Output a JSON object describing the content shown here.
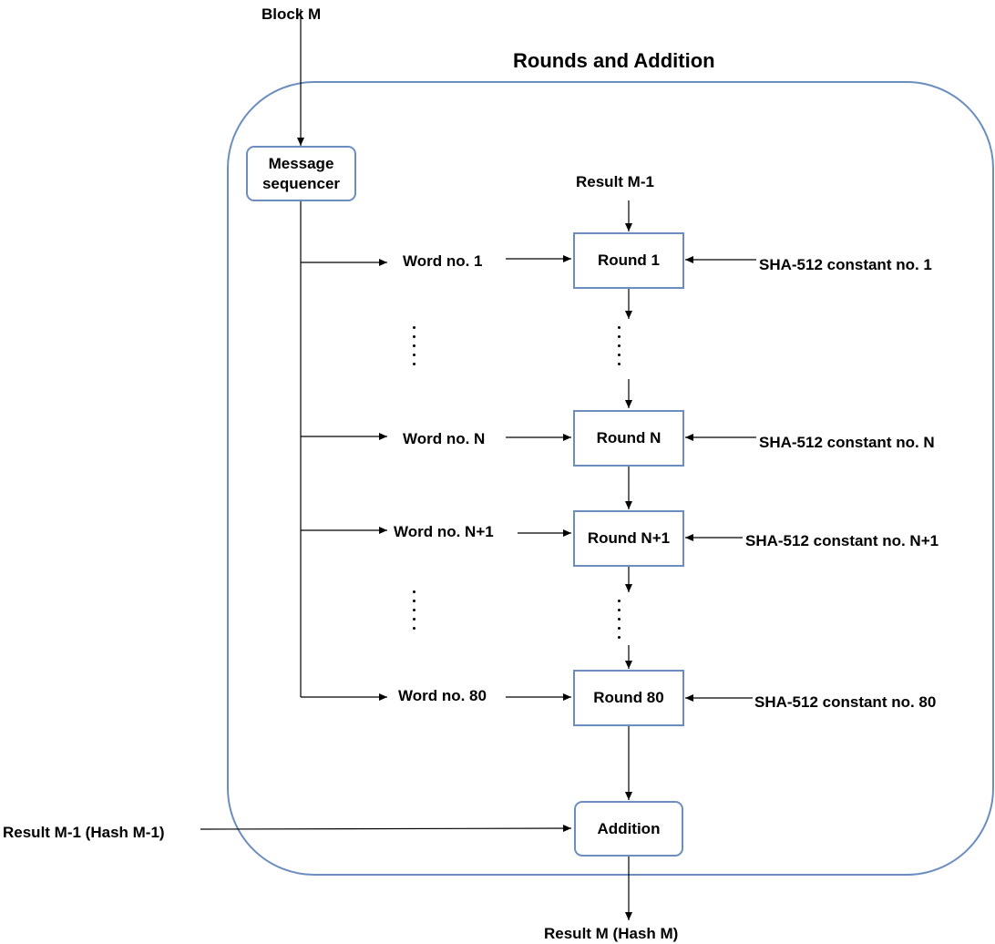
{
  "title": "Rounds and Addition",
  "input_block": "Block M",
  "message_sequencer": "Message sequencer",
  "result_prev": "Result M-1",
  "rounds": [
    {
      "word": "Word no. 1",
      "round": "Round 1",
      "constant": "SHA-512 constant no. 1"
    },
    {
      "word": "Word no. N",
      "round": "Round N",
      "constant": "SHA-512 constant no. N"
    },
    {
      "word": "Word no. N+1",
      "round": "Round N+1",
      "constant": "SHA-512 constant no. N+1"
    },
    {
      "word": "Word no. 80",
      "round": "Round 80",
      "constant": "SHA-512 constant no. 80"
    }
  ],
  "addition": "Addition",
  "prev_hash": "Result M-1 (Hash M-1)",
  "output": "Result M (Hash M)",
  "colors": {
    "border": "#6c8ebf",
    "line": "#000000"
  }
}
